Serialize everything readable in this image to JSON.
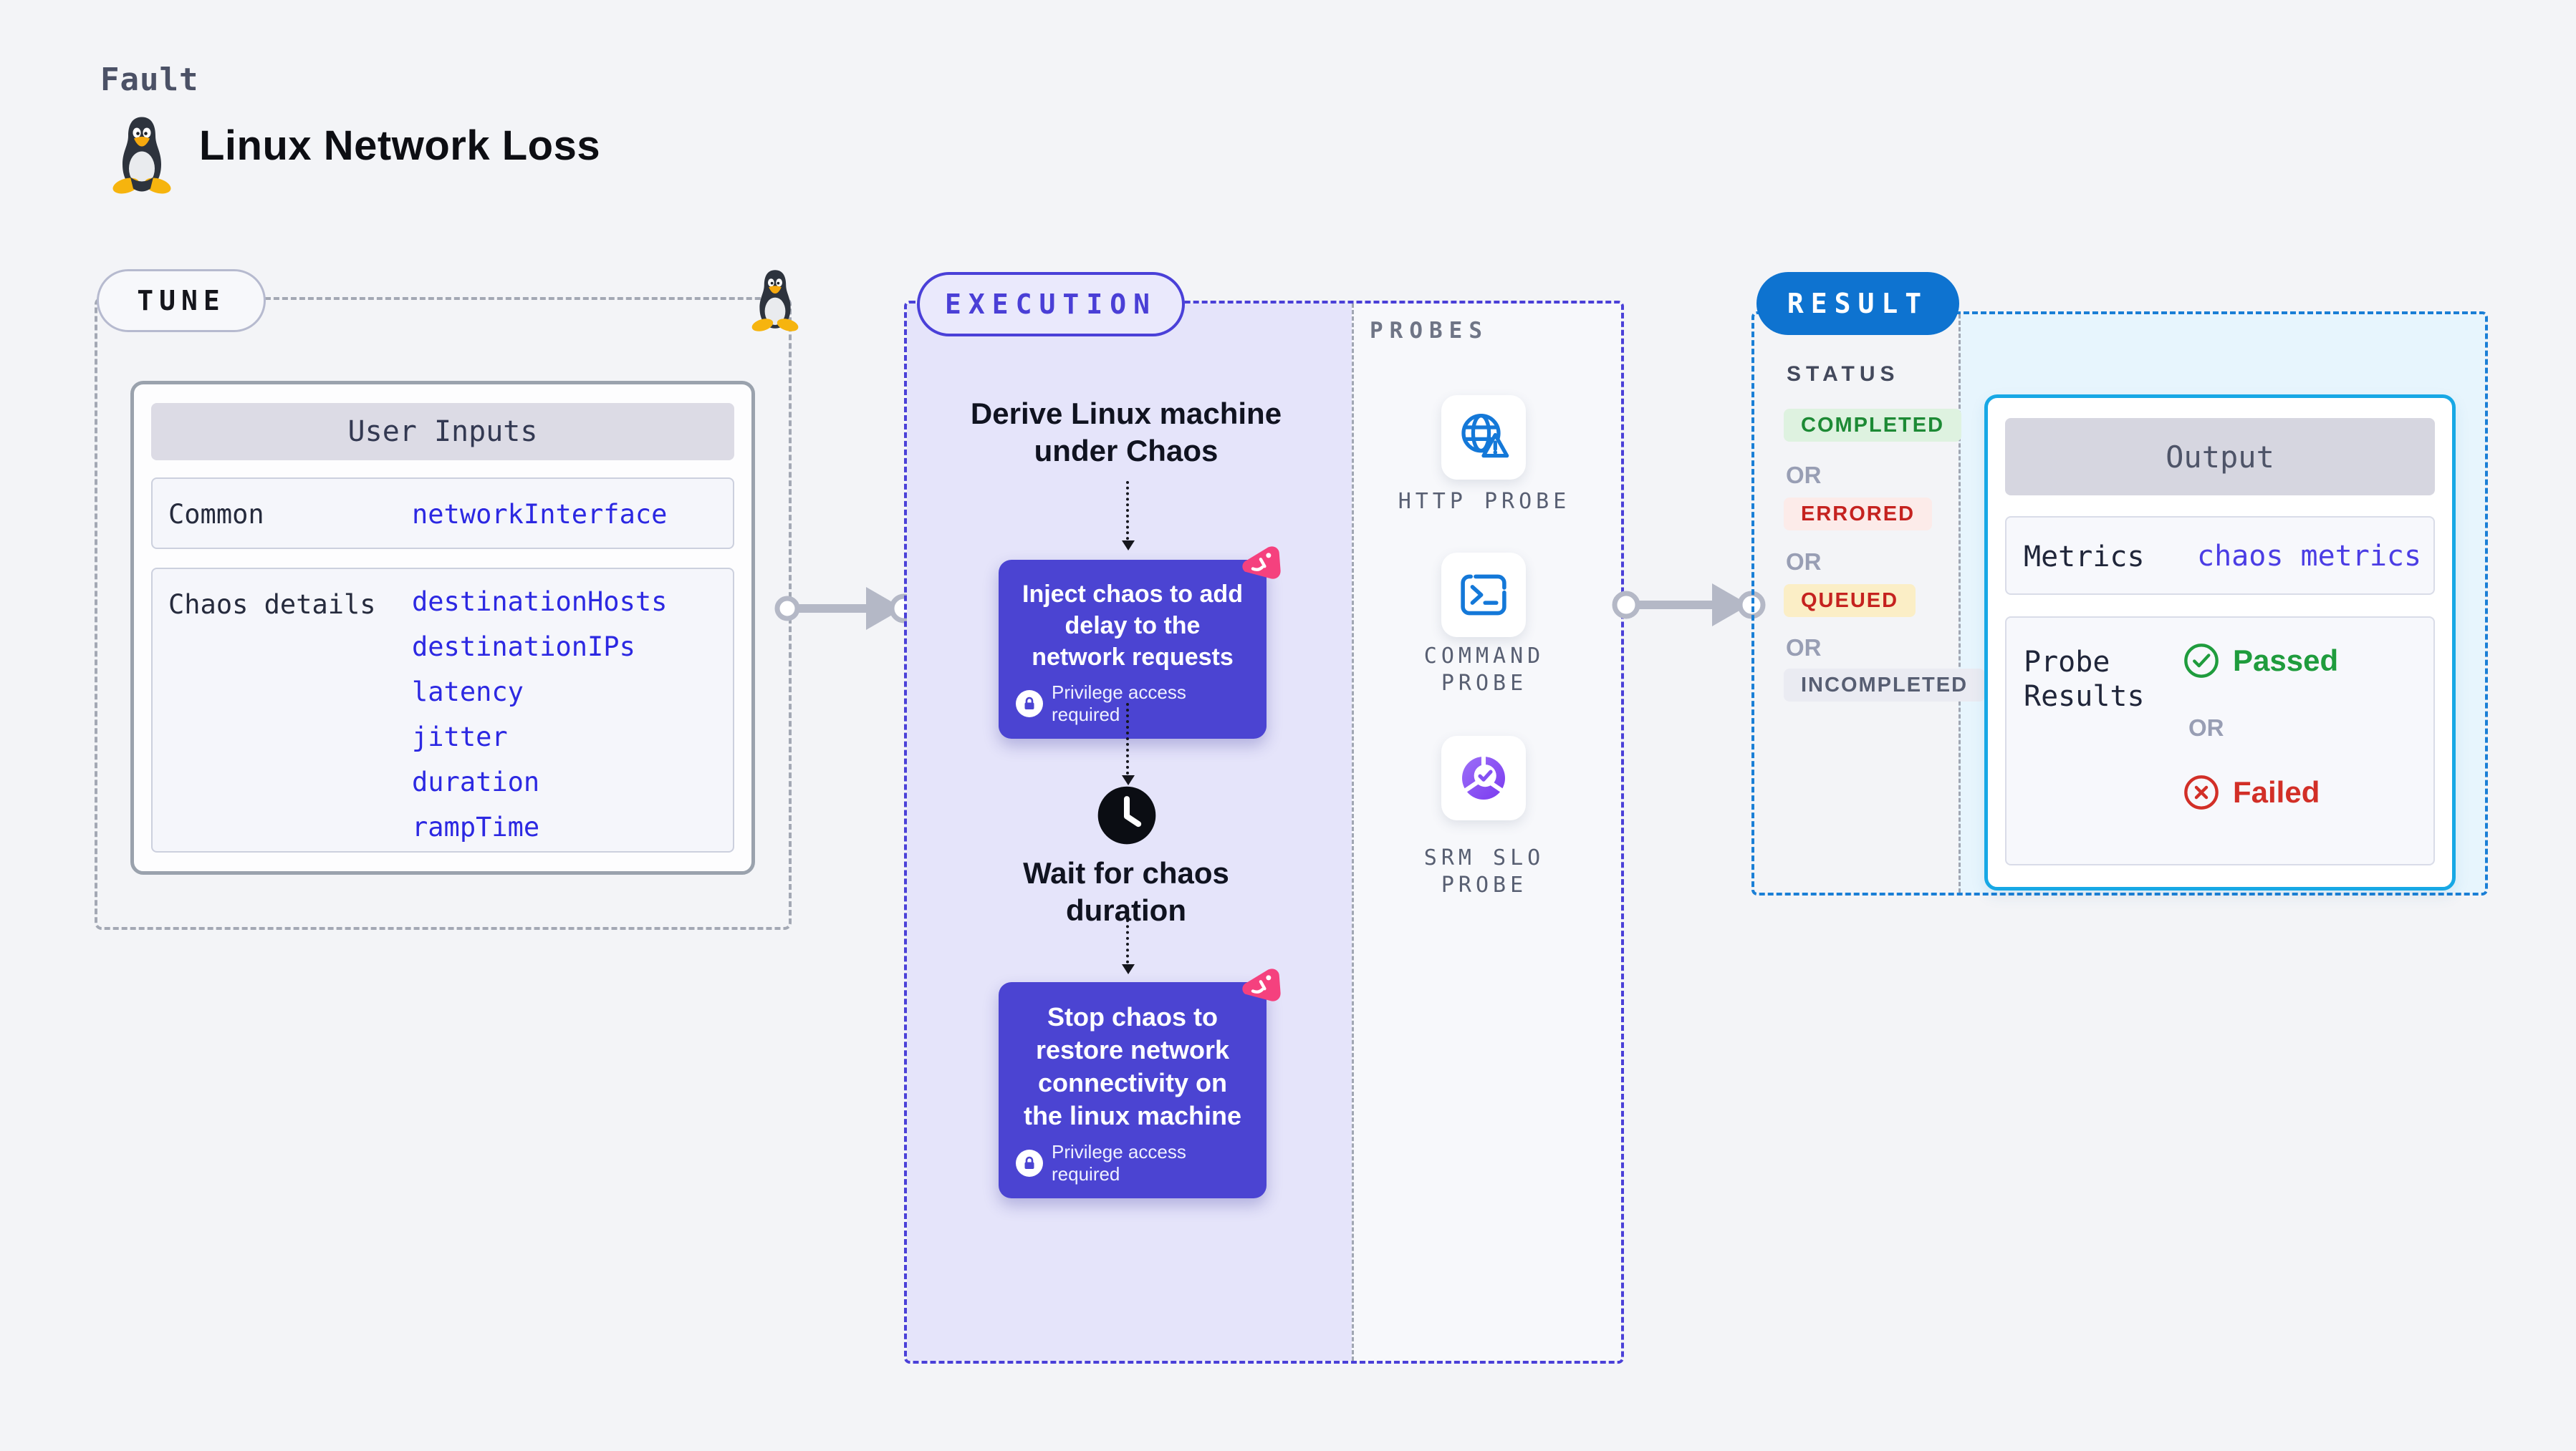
{
  "colors": {
    "page_bg": "#f3f4f7",
    "indigo_node": "#4b44d2",
    "indigo_dash_border": "#4a40d8",
    "lavender_bg": "#e5e4fa",
    "probes_bg": "#f7f8fb",
    "result_pill_blue": "#0e73d0",
    "result_dash_border": "#1a7fd6",
    "output_card_border": "#17a8e5",
    "output_zone_bg": "#e7f5fd",
    "tune_value_blue": "#2c28e2",
    "metrics_value_indigo": "#4b3de4",
    "passed_green": "#1f9c3d",
    "failed_red": "#d22f27",
    "chaos_pink": "#f5417e",
    "arrow_gray": "#b4b8c6",
    "badge_completed_fg": "#1d8a35",
    "badge_completed_bg": "#def2e0",
    "badge_errored_fg": "#c5221f",
    "badge_errored_bg": "#fcebe9",
    "badge_queued_fg": "#c5221f",
    "badge_queued_bg": "#fbeec6",
    "badge_incompleted_fg": "#575e72",
    "badge_incompleted_bg": "#eaebf2"
  },
  "header": {
    "category": "Fault",
    "title": "Linux Network Loss",
    "icon": "tux-penguin-icon"
  },
  "tune": {
    "pill_label": "TUNE",
    "corner_icon": "tux-penguin-icon",
    "table": {
      "header": "User Inputs",
      "rows": [
        {
          "label": "Common",
          "values": [
            "networkInterface"
          ]
        },
        {
          "label": "Chaos details",
          "values": [
            "destinationHosts",
            "destinationIPs",
            "latency",
            "jitter",
            "duration",
            "rampTime"
          ]
        }
      ]
    }
  },
  "execution": {
    "pill_label": "EXECUTION",
    "steps": {
      "derive": "Derive Linux machine under Chaos",
      "inject": "Inject chaos to add delay to the network requests",
      "privilege": "Privilege access required",
      "wait": "Wait for chaos duration",
      "stop": "Stop chaos to restore network connectivity on the linux machine"
    },
    "step_icons": {
      "inject_badge": "chaos-pink-icon",
      "stop_badge": "chaos-pink-icon",
      "wait_icon": "clock-icon",
      "privilege_icon": "lock-icon"
    },
    "probes": {
      "label": "PROBES",
      "items": [
        {
          "name": "HTTP PROBE",
          "icon": "globe-alert-icon"
        },
        {
          "name": "COMMAND PROBE",
          "icon": "terminal-icon"
        },
        {
          "name": "SRM SLO PROBE",
          "icon": "donut-check-icon"
        }
      ]
    }
  },
  "result": {
    "pill_label": "RESULT",
    "status": {
      "label": "STATUS",
      "or": "OR",
      "badges": [
        {
          "text": "COMPLETED"
        },
        {
          "text": "ERRORED"
        },
        {
          "text": "QUEUED"
        },
        {
          "text": "INCOMPLETED"
        }
      ]
    },
    "output": {
      "header": "Output",
      "metrics_label": "Metrics",
      "metrics_value": "chaos metrics",
      "probe_results_label": "Probe Results",
      "passed": "Passed",
      "or": "OR",
      "failed": "Failed",
      "passed_icon": "check-circle-icon",
      "failed_icon": "x-circle-icon"
    }
  }
}
